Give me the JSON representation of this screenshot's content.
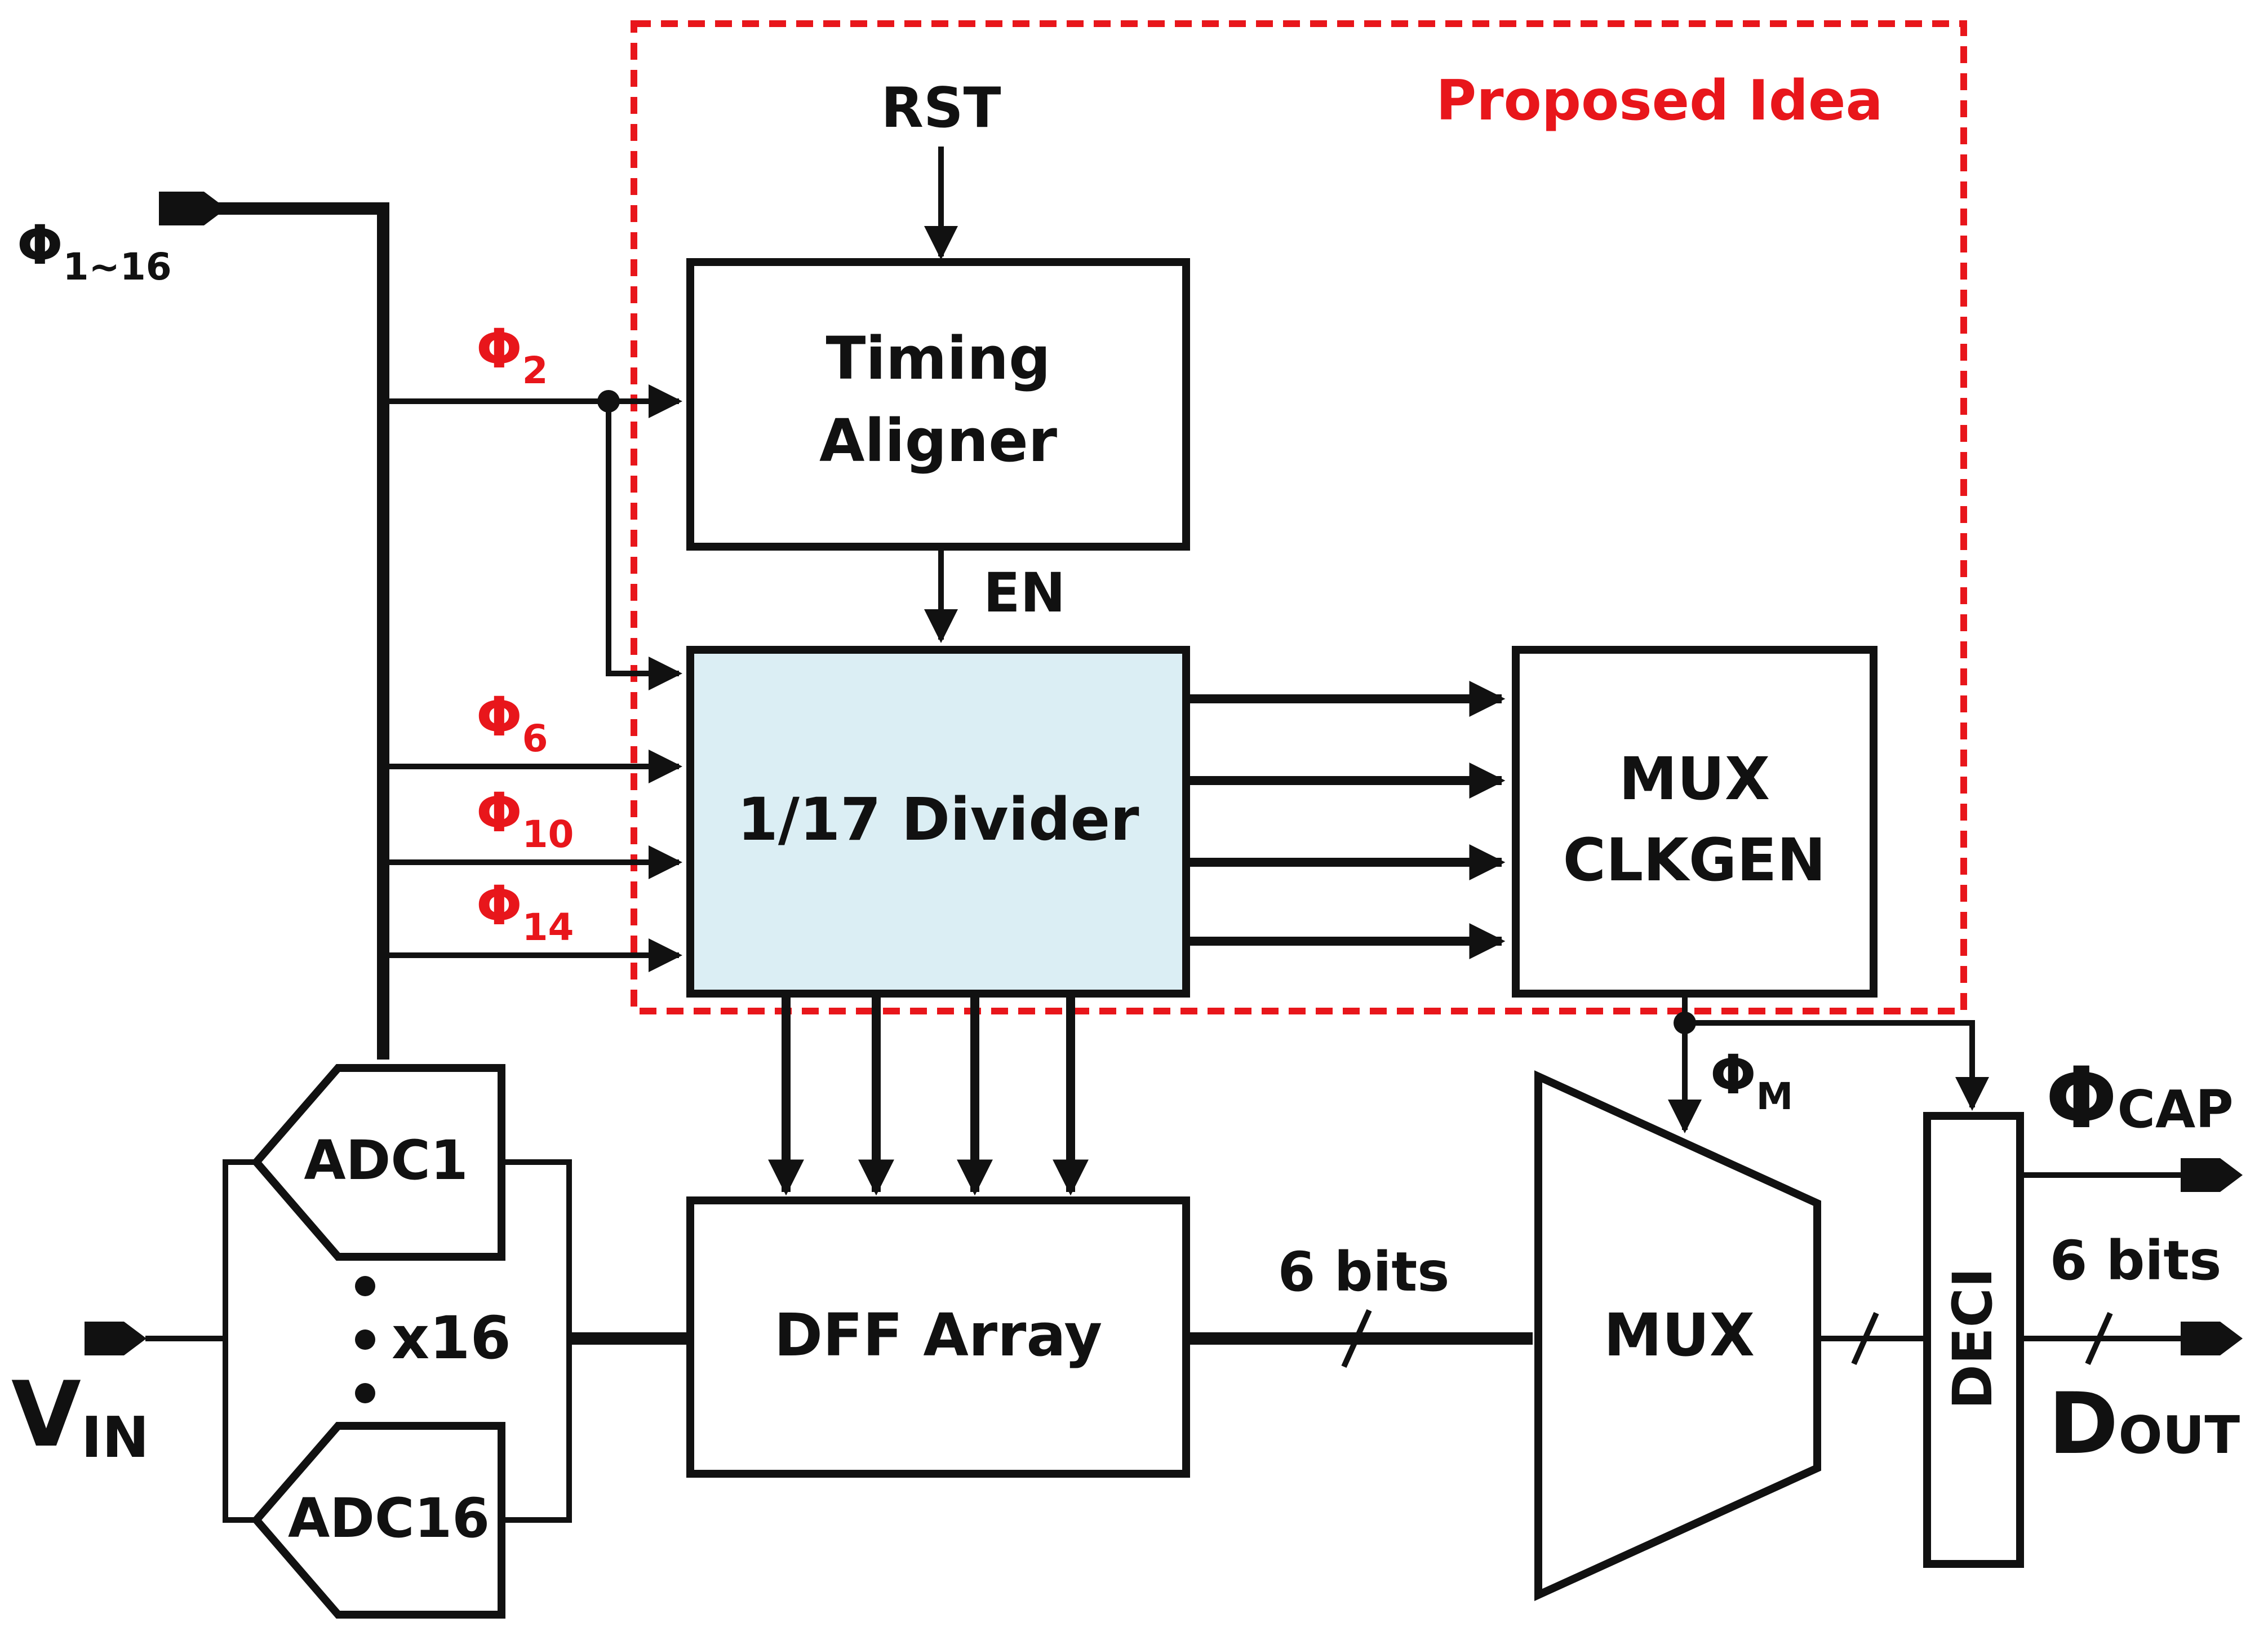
{
  "proposal_label": "Proposed Idea",
  "blocks": {
    "timing_aligner": [
      "Timing",
      "Aligner"
    ],
    "divider": "1/17 Divider",
    "mux_clkgen": [
      "MUX",
      "CLKGEN"
    ],
    "dff_array": "DFF Array",
    "mux": "MUX",
    "deci": "DECI",
    "adc_first": "ADC1",
    "adc_last": "ADC16",
    "adc_count": "x16"
  },
  "signals": {
    "rst": "RST",
    "en": "EN",
    "phi_symbol": "Φ",
    "phi_all_sub": "1~16",
    "phi_2_sub": "2",
    "phi_6_sub": "6",
    "phi_10_sub": "10",
    "phi_14_sub": "14",
    "phi_m_sub": "M",
    "phi_cap_sub": "CAP",
    "vin_main": "V",
    "vin_sub": "IN",
    "dout_main": "D",
    "dout_sub": "OUT",
    "bus_dff_mux": "6 bits",
    "bus_dout": "6 bits"
  },
  "colors": {
    "accent_red": "#e8161b",
    "divider_fill": "#dbeef4",
    "line": "#111111"
  }
}
